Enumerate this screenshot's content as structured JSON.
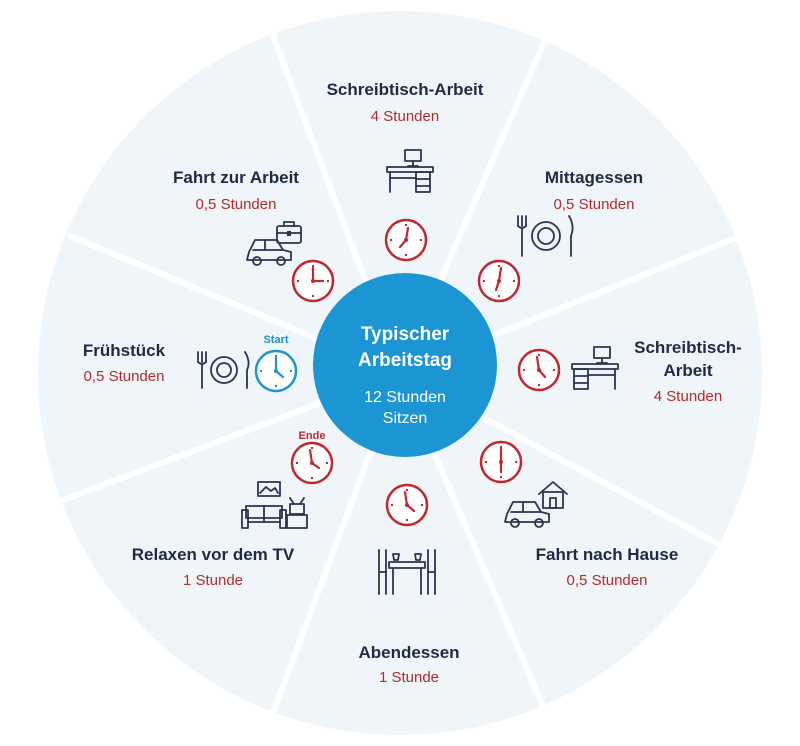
{
  "center": {
    "title_line1": "Typischer",
    "title_line2": "Arbeitstag",
    "sub_line1": "12 Stunden",
    "sub_line2": "Sitzen"
  },
  "markers": {
    "start": "Start",
    "end": "Ende"
  },
  "segments": [
    {
      "title": "Schreibtisch-Arbeit",
      "hours": "4 Stunden",
      "icon": "desk-icon"
    },
    {
      "title": "Mittagessen",
      "hours": "0,5 Stunden",
      "icon": "plate-icon"
    },
    {
      "title_line1": "Schreibtisch-",
      "title_line2": "Arbeit",
      "hours": "4 Stunden",
      "icon": "desk-icon"
    },
    {
      "title": "Fahrt nach Hause",
      "hours": "0,5 Stunden",
      "icon": "car-house-icon"
    },
    {
      "title": "Abendessen",
      "hours": "1 Stunde",
      "icon": "dining-table-icon"
    },
    {
      "title": "Relaxen vor dem TV",
      "hours": "1 Stunde",
      "icon": "sofa-tv-icon"
    },
    {
      "title": "Frühstück",
      "hours": "0,5 Stunden",
      "icon": "plate-icon"
    },
    {
      "title": "Fahrt zur Arbeit",
      "hours": "0,5 Stunden",
      "icon": "car-briefcase-icon"
    }
  ],
  "colors": {
    "wheel": "#eff5f9",
    "center": "#1b95d3",
    "clock_red": "#c0282d",
    "clock_blue": "#1b95d3",
    "hours_text": "#b32b2b",
    "title_text": "#1f2a44"
  }
}
